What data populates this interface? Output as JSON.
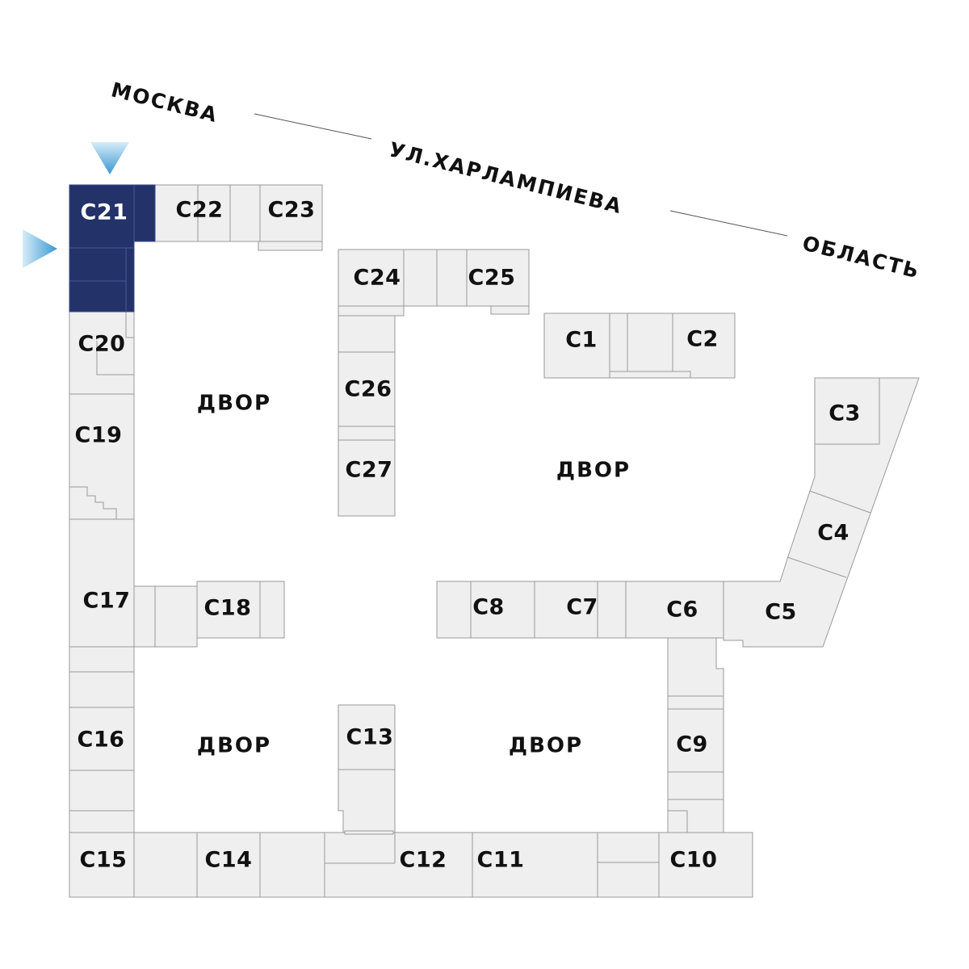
{
  "streets": {
    "moscow": "МОСКВА",
    "street_name": "УЛ.ХАРЛАМПИЕВА",
    "region": "ОБЛАСТЬ"
  },
  "yards": [
    "ДВОР",
    "ДВОР",
    "ДВОР",
    "ДВОР"
  ],
  "sections": {
    "c1": "С1",
    "c2": "С2",
    "c3": "С3",
    "c4": "С4",
    "c5": "С5",
    "c6": "С6",
    "c7": "С7",
    "c8": "С8",
    "c9": "С9",
    "c10": "С10",
    "c11": "С11",
    "c12": "С12",
    "c13": "С13",
    "c14": "С14",
    "c15": "С15",
    "c16": "С16",
    "c17": "С17",
    "c18": "С18",
    "c19": "С19",
    "c20": "С20",
    "c21": "С21",
    "c22": "С22",
    "c23": "С23",
    "c24": "С24",
    "c25": "С25",
    "c26": "С26",
    "c27": "С27"
  },
  "selected_section": "С21",
  "colors": {
    "selected": "#233269",
    "building": "#efefef",
    "outline": "#9a9a9a",
    "marker": "#4aa3d8"
  },
  "markers": [
    "entrance-top-arrow",
    "entrance-left-arrow"
  ]
}
